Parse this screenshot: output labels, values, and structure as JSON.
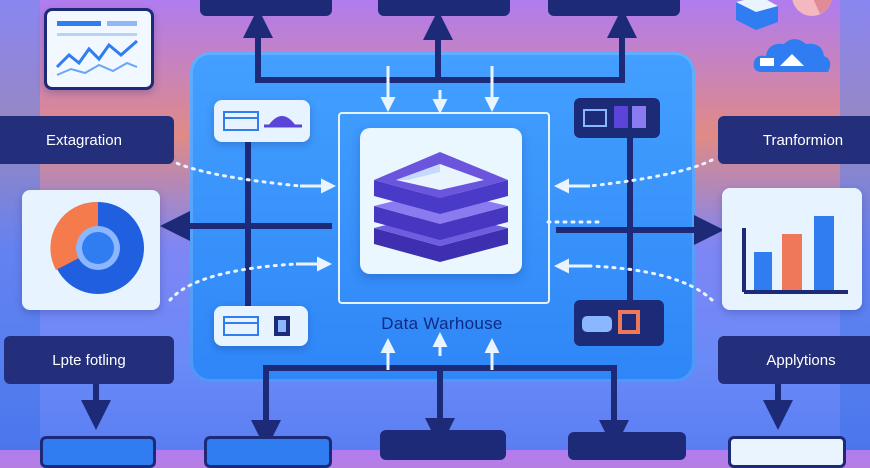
{
  "hub": {
    "label": "Data Warhouse"
  },
  "labels": {
    "top_left": "Extagration",
    "top_right": "Tranformion",
    "bottom_left": "Lpte fotling",
    "bottom_right": "Applytions"
  },
  "colors": {
    "panel": "#3b96fb",
    "label_bg": "#232f7a",
    "arrow": "#1d2a78",
    "donut_orange": "#f57a4c",
    "donut_blue": "#1f5fe0",
    "bar_blue": "#2f7df0",
    "bar_orange": "#f0785a"
  }
}
